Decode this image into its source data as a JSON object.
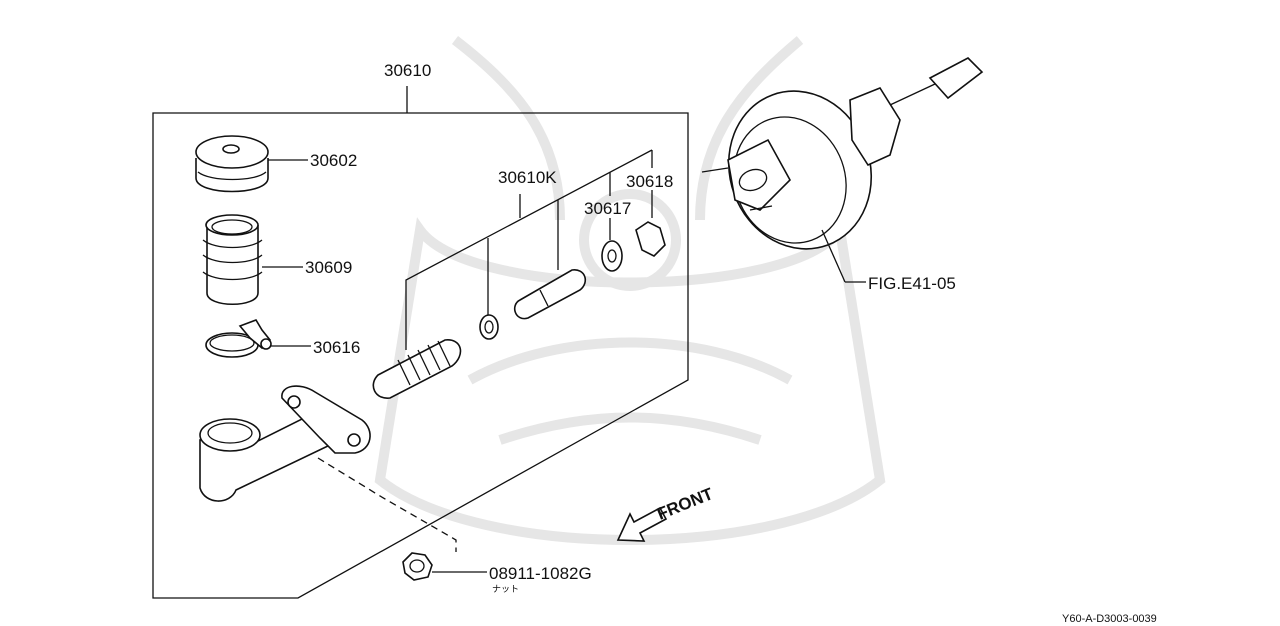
{
  "diagram": {
    "labels": {
      "assembly": "30610",
      "reservoir_cap": "30602",
      "reservoir": "30609",
      "clamp": "30616",
      "repair_kit": "30610K",
      "seal": "30617",
      "retainer": "30618",
      "booster_ref": "FIG.E41-05",
      "nut_part": "08911-1082G",
      "nut_name": "ナット",
      "front": "FRONT",
      "footer_code": "Y60-A-D3003-0039"
    }
  }
}
